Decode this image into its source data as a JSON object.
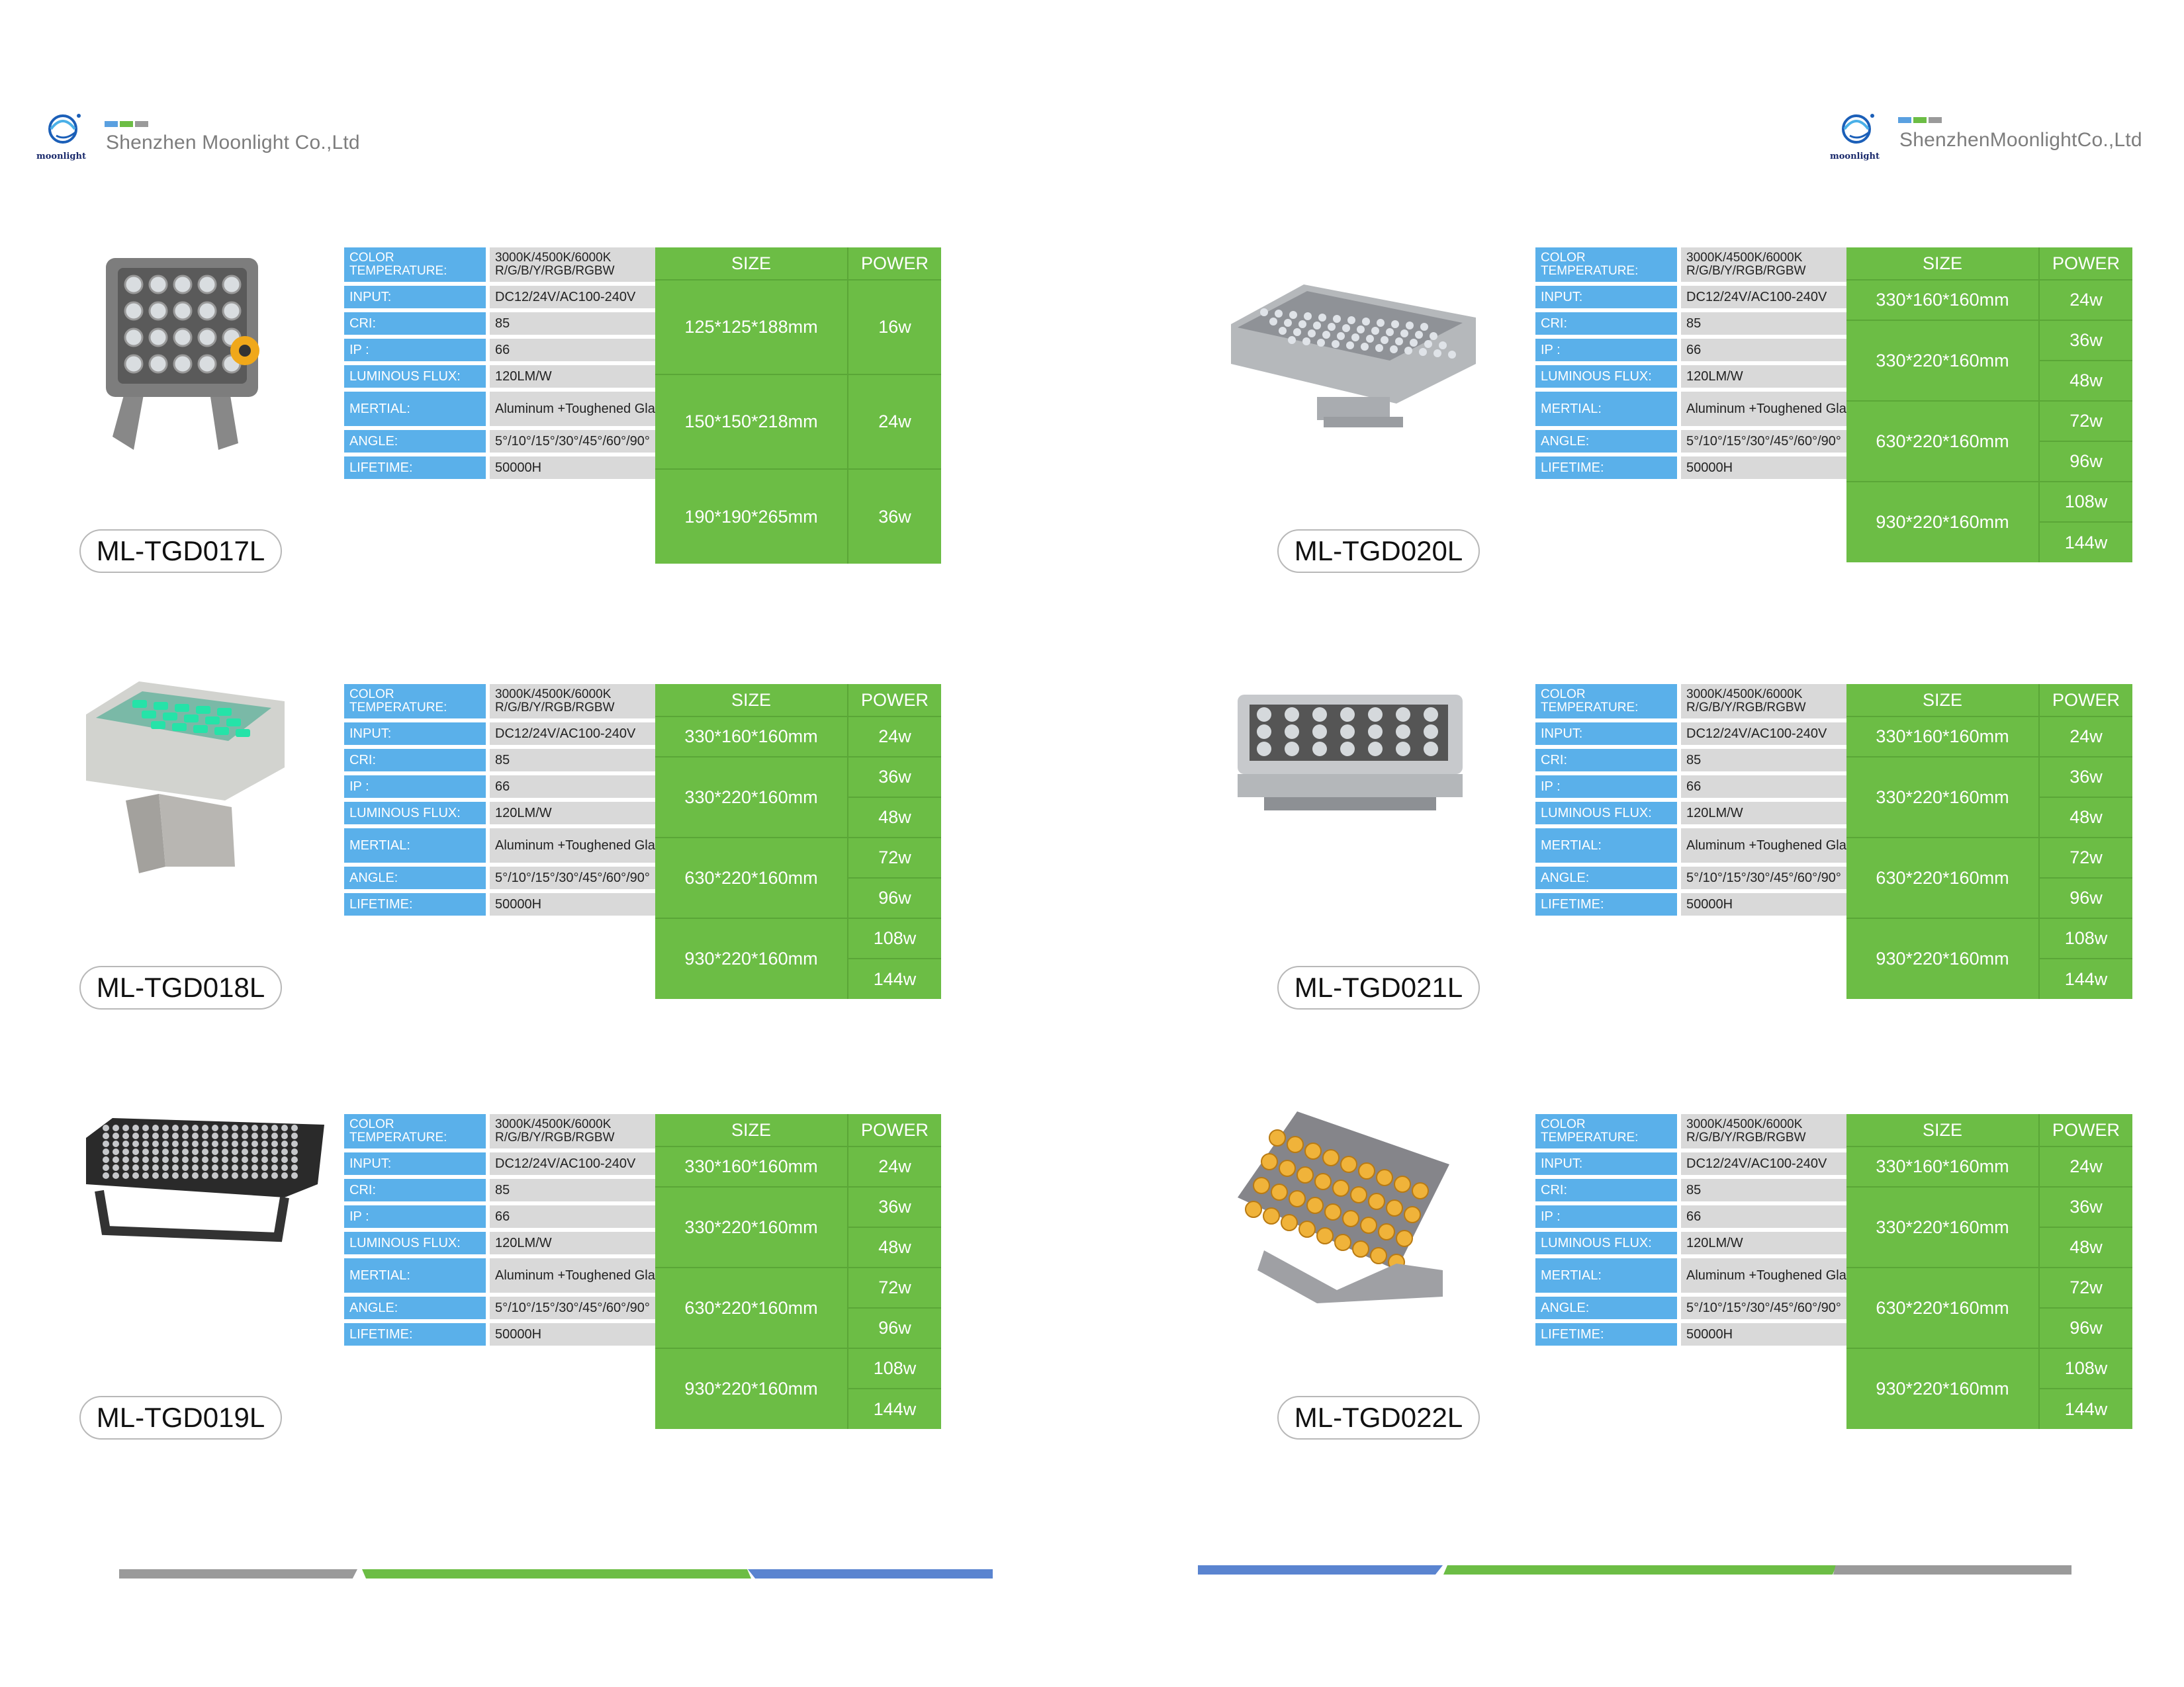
{
  "header": {
    "left_company": "Shenzhen Moonlight Co.,Ltd",
    "right_company": "ShenzhenMoonlightCo.,Ltd",
    "logo_text": "moonlight",
    "swatch_colors": [
      "#5aa0e0",
      "#6cbd45",
      "#9a9a9a"
    ]
  },
  "spec_labels": {
    "color_temp": "COLOR TEMPERATURE:",
    "input": "INPUT:",
    "cri": "CRI:",
    "ip": "IP :",
    "flux": "LUMINOUS FLUX:",
    "mertial": "MERTIAL:",
    "angle": "ANGLE:",
    "lifetime": "LIFETIME:"
  },
  "spec_values": {
    "color_temp": "3000K/4500K/6000K R/G/B/Y/RGB/RGBW",
    "input": "DC12/24V/AC100-240V",
    "cri": "85",
    "ip": "66",
    "flux": "120LM/W",
    "mertial": "Aluminum +Toughened Glass",
    "angle": "5°/10°/15°/30°/45°/60°/90°",
    "lifetime": "50000H"
  },
  "table_headers": {
    "size": "SIZE",
    "power": "POWER"
  },
  "products": [
    {
      "model": "ML-TGD017L",
      "photo": "square-floodlight-icon",
      "sizes": [
        {
          "size": "125*125*188mm",
          "powers": [
            "16w"
          ]
        },
        {
          "size": "150*150*218mm",
          "powers": [
            "24w"
          ]
        },
        {
          "size": "190*190*265mm",
          "powers": [
            "36w"
          ]
        }
      ]
    },
    {
      "model": "ML-TGD020L",
      "photo": "linear-floodlight-icon",
      "sizes": [
        {
          "size": "330*160*160mm",
          "powers": [
            "24w"
          ]
        },
        {
          "size": "330*220*160mm",
          "powers": [
            "36w",
            "48w"
          ]
        },
        {
          "size": "630*220*160mm",
          "powers": [
            "72w",
            "96w"
          ]
        },
        {
          "size": "930*220*160mm",
          "powers": [
            "108w",
            "144w"
          ]
        }
      ]
    },
    {
      "model": "ML-TGD018L",
      "photo": "green-led-floodlight-icon",
      "sizes": [
        {
          "size": "330*160*160mm",
          "powers": [
            "24w"
          ]
        },
        {
          "size": "330*220*160mm",
          "powers": [
            "36w",
            "48w"
          ]
        },
        {
          "size": "630*220*160mm",
          "powers": [
            "72w",
            "96w"
          ]
        },
        {
          "size": "930*220*160mm",
          "powers": [
            "108w",
            "144w"
          ]
        }
      ]
    },
    {
      "model": "ML-TGD021L",
      "photo": "box-floodlight-icon",
      "sizes": [
        {
          "size": "330*160*160mm",
          "powers": [
            "24w"
          ]
        },
        {
          "size": "330*220*160mm",
          "powers": [
            "36w",
            "48w"
          ]
        },
        {
          "size": "630*220*160mm",
          "powers": [
            "72w",
            "96w"
          ]
        },
        {
          "size": "930*220*160mm",
          "powers": [
            "108w",
            "144w"
          ]
        }
      ]
    },
    {
      "model": "ML-TGD019L",
      "photo": "black-led-floodlight-icon",
      "sizes": [
        {
          "size": "330*160*160mm",
          "powers": [
            "24w"
          ]
        },
        {
          "size": "330*220*160mm",
          "powers": [
            "36w",
            "48w"
          ]
        },
        {
          "size": "630*220*160mm",
          "powers": [
            "72w",
            "96w"
          ]
        },
        {
          "size": "930*220*160mm",
          "powers": [
            "108w",
            "144w"
          ]
        }
      ]
    },
    {
      "model": "ML-TGD022L",
      "photo": "amber-led-floodlight-icon",
      "sizes": [
        {
          "size": "330*160*160mm",
          "powers": [
            "24w"
          ]
        },
        {
          "size": "330*220*160mm",
          "powers": [
            "36w",
            "48w"
          ]
        },
        {
          "size": "630*220*160mm",
          "powers": [
            "72w",
            "96w"
          ]
        },
        {
          "size": "930*220*160mm",
          "powers": [
            "108w",
            "144w"
          ]
        }
      ]
    }
  ],
  "footer": {
    "colors": [
      "#9a9a9a",
      "#6cbd45",
      "#5a84d0"
    ]
  }
}
